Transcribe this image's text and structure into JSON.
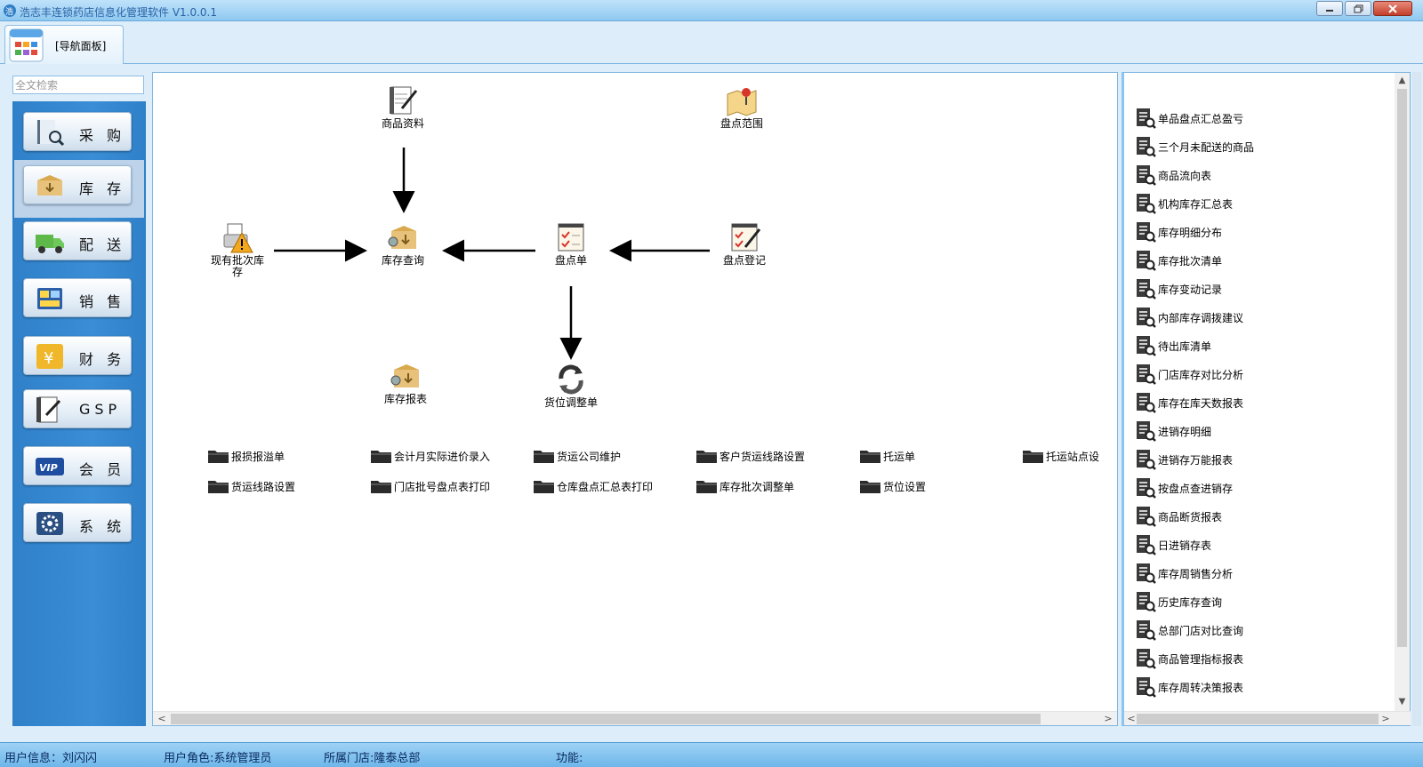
{
  "window": {
    "title": "浩志丰连锁药店信息化管理软件 V1.0.0.1",
    "controls": [
      "minimize-icon",
      "restore-icon",
      "close-icon"
    ]
  },
  "tabs": [
    {
      "label": "[导航面板]",
      "icon": "grid-apps-icon"
    }
  ],
  "search": {
    "placeholder": "全文检索",
    "value": ""
  },
  "sidebar": {
    "active_index": 1,
    "items": [
      {
        "label": "采 购",
        "icon": "purchase-book-icon"
      },
      {
        "label": "库 存",
        "icon": "inventory-box-icon"
      },
      {
        "label": "配 送",
        "icon": "delivery-truck-icon"
      },
      {
        "label": "销 售",
        "icon": "sales-register-icon"
      },
      {
        "label": "财 务",
        "icon": "finance-coins-icon"
      },
      {
        "label": "GSP",
        "icon": "gsp-notebook-icon"
      },
      {
        "label": "会 员",
        "icon": "vip-card-icon"
      },
      {
        "label": "系 统",
        "icon": "system-gear-icon"
      }
    ]
  },
  "flow": {
    "nodes": [
      {
        "id": "product_info",
        "label": "商品资料",
        "icon": "notebook-pen-icon"
      },
      {
        "id": "count_scope",
        "label": "盘点范围",
        "icon": "map-pin-icon"
      },
      {
        "id": "current_batch",
        "label": "现有批次库存",
        "icon": "printer-warning-icon"
      },
      {
        "id": "stock_query",
        "label": "库存查询",
        "icon": "inventory-box-icon"
      },
      {
        "id": "count_sheet",
        "label": "盘点单",
        "icon": "checklist-icon"
      },
      {
        "id": "count_register",
        "label": "盘点登记",
        "icon": "checklist-pen-icon"
      },
      {
        "id": "stock_report",
        "label": "库存报表",
        "icon": "inventory-box-icon"
      },
      {
        "id": "location_adjust",
        "label": "货位调整单",
        "icon": "refresh-cycle-icon"
      }
    ]
  },
  "folders": [
    [
      "报损报溢单",
      "会计月实际进价录入",
      "货运公司维护",
      "客户货运线路设置",
      "托运单",
      "托运站点设"
    ],
    [
      "货运线路设置",
      "门店批号盘点表打印",
      "仓库盘点汇总表打印",
      "库存批次调整单",
      "货位设置"
    ]
  ],
  "reports": [
    "单品盘点汇总盈亏",
    "三个月未配送的商品",
    "商品流向表",
    "机构库存汇总表",
    "库存明细分布",
    "库存批次清单",
    "库存变动记录",
    "内部库存调拨建议",
    "待出库清单",
    "门店库存对比分析",
    "库存在库天数报表",
    "进销存明细",
    "进销存万能报表",
    "按盘点查进销存",
    "商品断货报表",
    "日进销存表",
    "库存周销售分析",
    "历史库存查询",
    "总部门店对比查询",
    "商品管理指标报表",
    "库存周转决策报表"
  ],
  "status": {
    "user": "用户信息：刘闪闪",
    "role": "用户角色:系统管理员",
    "store": "所属门店:隆泰总部",
    "function": "功能:"
  },
  "colors": {
    "sidebar": "#3a8ed6",
    "titlebar": "#8fc8f0",
    "statusbar": "#6db6ea",
    "panel_border": "#7fb5e0"
  }
}
